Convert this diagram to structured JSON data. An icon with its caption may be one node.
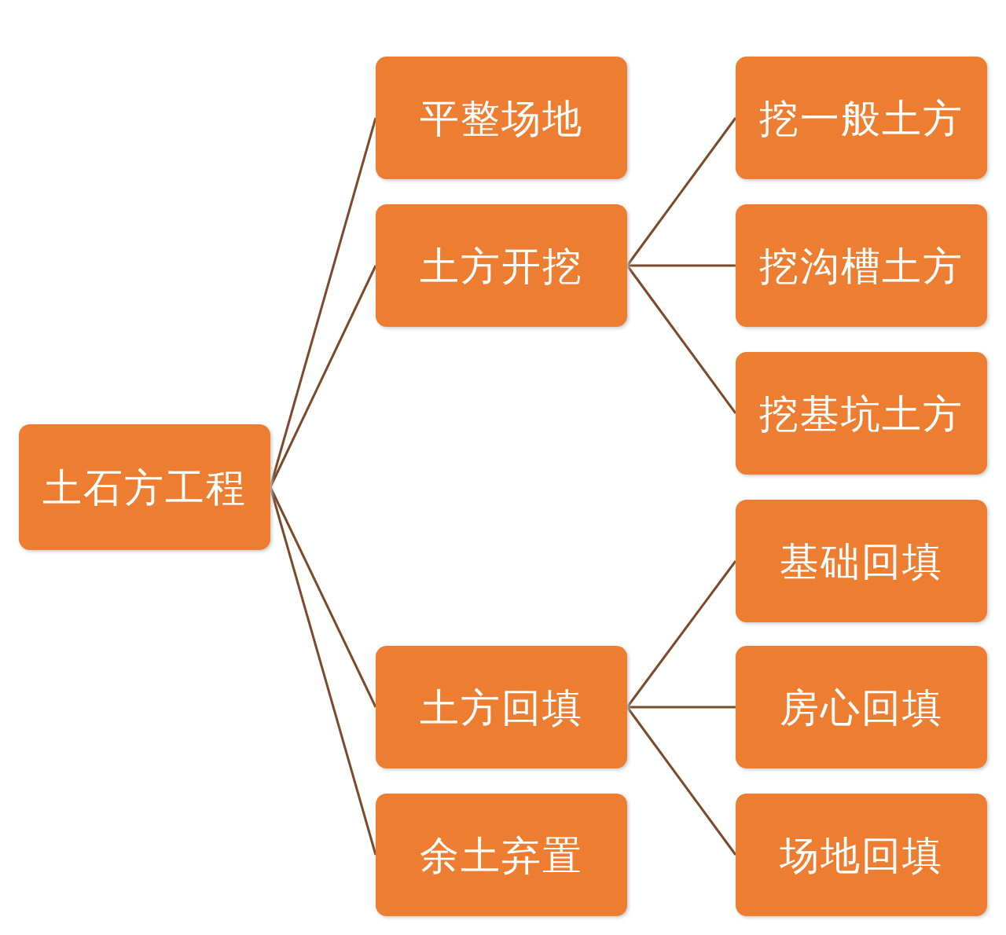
{
  "diagram": {
    "nodes": [
      {
        "text": [
          "土石方工程"
        ]
      },
      {
        "text": [
          "平整场地"
        ]
      },
      {
        "text": [
          "土方开挖"
        ]
      },
      {
        "text": [
          "挖一般土方"
        ]
      },
      {
        "text": [
          "挖沟槽土方"
        ]
      },
      {
        "text": [
          "挖基坑土方"
        ]
      },
      {
        "text": [
          "土方回填"
        ]
      },
      {
        "text": [
          "基础回填"
        ]
      },
      {
        "text": [
          "房心回填"
        ]
      },
      {
        "text": [
          "场地回填"
        ]
      },
      {
        "text": [
          "余土弃置"
        ]
      }
    ],
    "edges": [
      {
        "from": 0,
        "to": 1,
        "arrow": "none"
      },
      {
        "from": 0,
        "to": 2,
        "arrow": "none"
      },
      {
        "from": 0,
        "to": 6,
        "arrow": "none"
      },
      {
        "from": 0,
        "to": 10,
        "arrow": "none"
      },
      {
        "from": 2,
        "to": 3,
        "arrow": "none"
      },
      {
        "from": 2,
        "to": 4,
        "arrow": "none"
      },
      {
        "from": 2,
        "to": 5,
        "arrow": "none"
      },
      {
        "from": 6,
        "to": 7,
        "arrow": "none"
      },
      {
        "from": 6,
        "to": 8,
        "arrow": "none"
      },
      {
        "from": 6,
        "to": 9,
        "arrow": "none"
      }
    ]
  }
}
